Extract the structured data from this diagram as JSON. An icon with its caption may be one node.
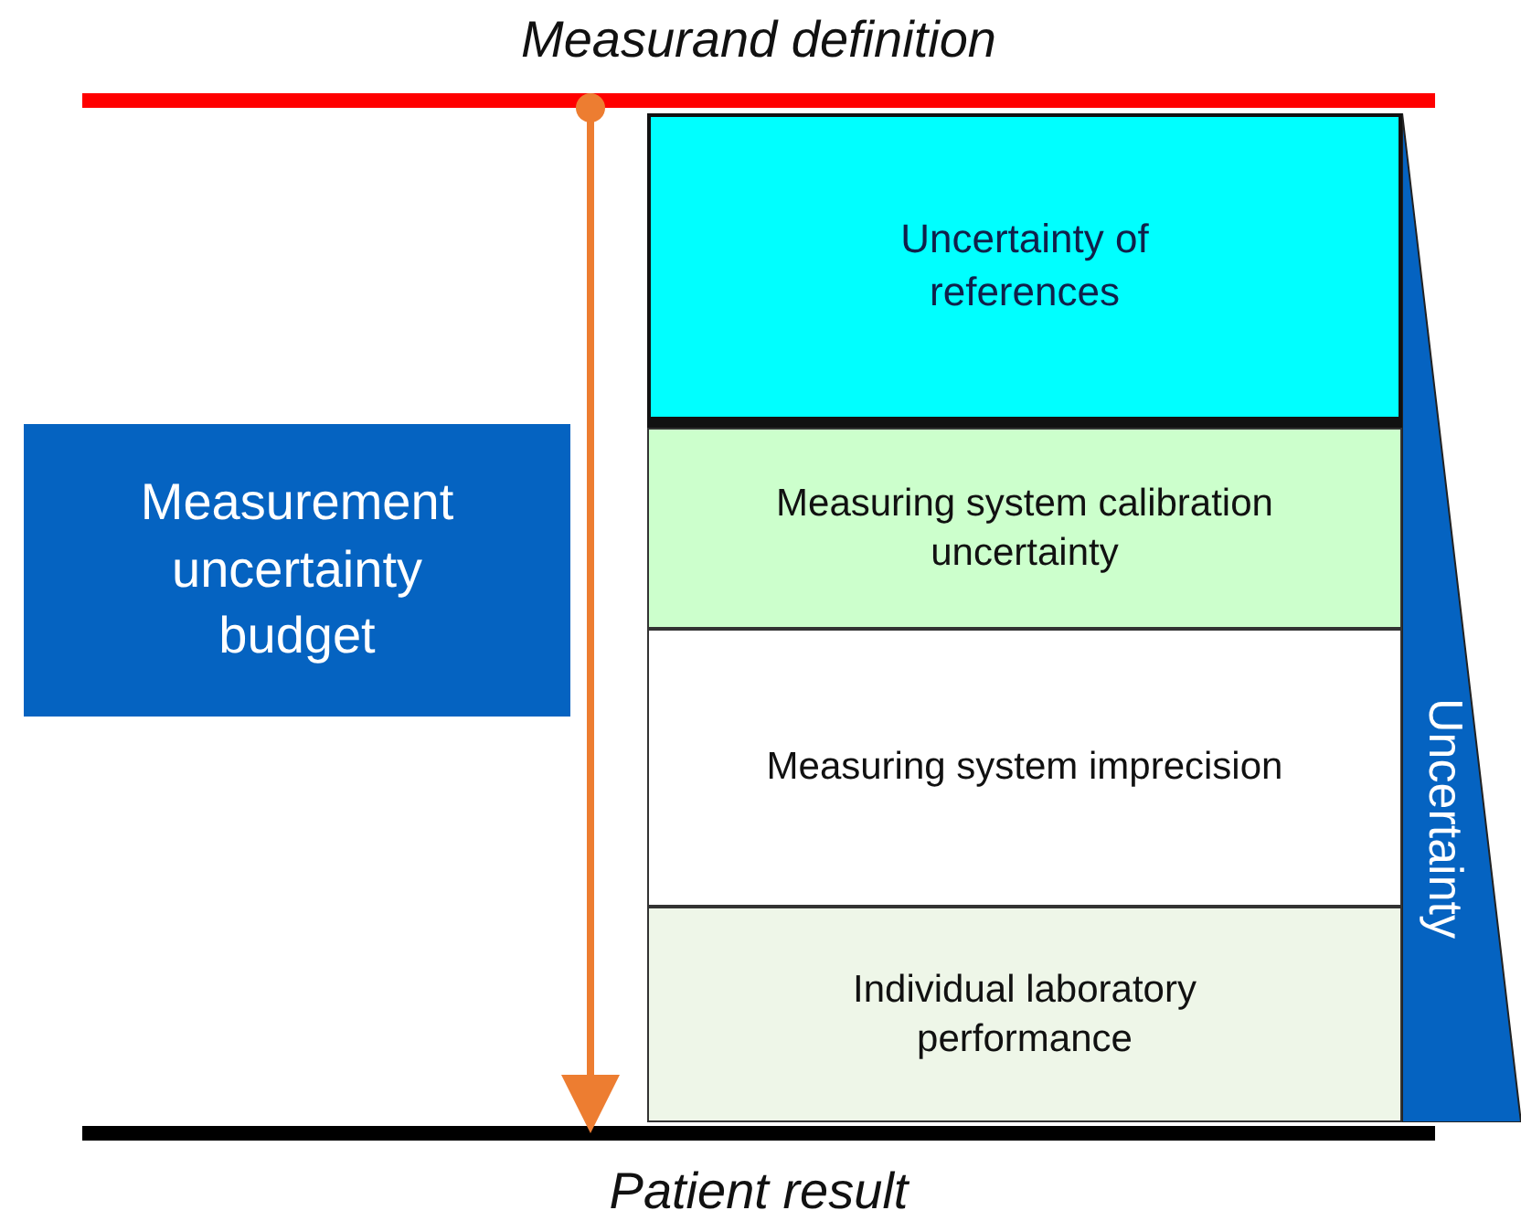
{
  "diagram": {
    "nodes": [
      {
        "text": [
          "Measurand definition"
        ]
      },
      {
        "text": [
          "Measurement uncertainty budget"
        ]
      },
      {
        "text": [
          "Uncertainty of references"
        ]
      },
      {
        "text": [
          "Measuring system calibration uncertainty"
        ]
      },
      {
        "text": [
          "Measuring system imprecision"
        ]
      },
      {
        "text": [
          "Individual laboratory performance"
        ]
      },
      {
        "text": [
          "Uncertainty"
        ]
      },
      {
        "text": [
          "Patient result"
        ]
      }
    ],
    "edges": [
      {
        "from": 0,
        "to": 7,
        "arrow": "to",
        "color": "#ed7d31"
      }
    ]
  }
}
